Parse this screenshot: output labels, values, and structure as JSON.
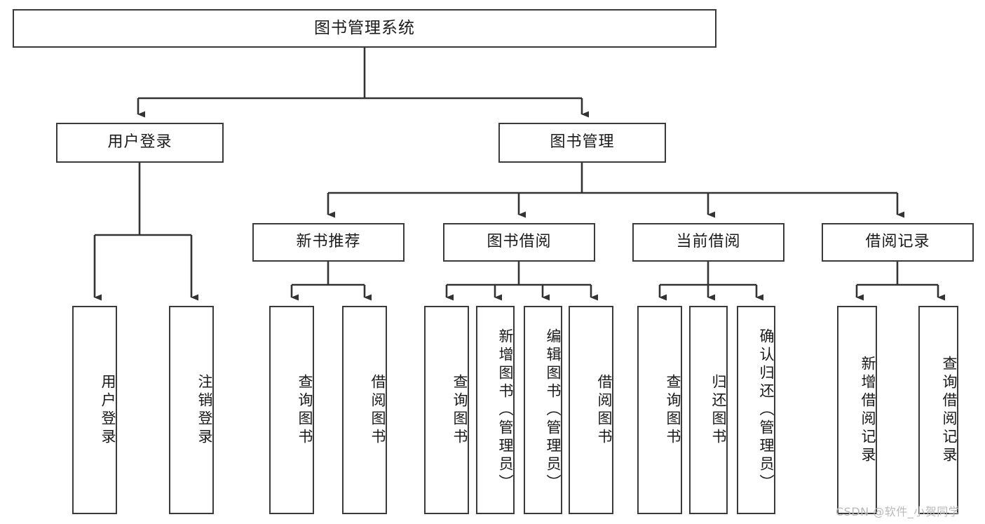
{
  "diagram": {
    "type": "tree",
    "title": "图书管理系统",
    "orientation": "top-down",
    "colors": {
      "box_border": "#3a3a3a",
      "box_fill": "#ffffff",
      "connector": "#333333",
      "text": "#1a1a1a",
      "watermark": "#b9b9b9",
      "background": "#ffffff"
    },
    "levels": [
      {
        "level": 1,
        "nodes": [
          {
            "id": "root",
            "label": "图书管理系统",
            "orientation": "horizontal"
          }
        ]
      },
      {
        "level": 2,
        "nodes": [
          {
            "id": "login",
            "label": "用户登录",
            "orientation": "horizontal",
            "parent": "root"
          },
          {
            "id": "bookmgmt",
            "label": "图书管理",
            "orientation": "horizontal",
            "parent": "root"
          }
        ]
      },
      {
        "level": 3,
        "nodes": [
          {
            "id": "newbook",
            "label": "新书推荐",
            "orientation": "horizontal",
            "parent": "bookmgmt"
          },
          {
            "id": "borrow",
            "label": "图书借阅",
            "orientation": "horizontal",
            "parent": "bookmgmt"
          },
          {
            "id": "current",
            "label": "当前借阅",
            "orientation": "horizontal",
            "parent": "bookmgmt"
          },
          {
            "id": "records",
            "label": "借阅记录",
            "orientation": "horizontal",
            "parent": "bookmgmt"
          }
        ]
      },
      {
        "level": 4,
        "nodes": [
          {
            "id": "leaf-user-login",
            "label": "用户登录",
            "orientation": "vertical",
            "parent": "login"
          },
          {
            "id": "leaf-user-logout",
            "label": "注销登录",
            "orientation": "vertical",
            "parent": "login"
          },
          {
            "id": "leaf-newbook-query",
            "label": "查询图书",
            "orientation": "vertical",
            "parent": "newbook"
          },
          {
            "id": "leaf-newbook-borrow",
            "label": "借阅图书",
            "orientation": "vertical",
            "parent": "newbook"
          },
          {
            "id": "leaf-borrow-query",
            "label": "查询图书",
            "orientation": "vertical",
            "parent": "borrow"
          },
          {
            "id": "leaf-borrow-add",
            "label": "新增图书（管理员）",
            "orientation": "vertical",
            "parent": "borrow"
          },
          {
            "id": "leaf-borrow-edit",
            "label": "编辑图书（管理员）",
            "orientation": "vertical",
            "parent": "borrow"
          },
          {
            "id": "leaf-borrow-lend",
            "label": "借阅图书",
            "orientation": "vertical",
            "parent": "borrow"
          },
          {
            "id": "leaf-current-query",
            "label": "查询图书",
            "orientation": "vertical",
            "parent": "current"
          },
          {
            "id": "leaf-current-return",
            "label": "归还图书",
            "orientation": "vertical",
            "parent": "current"
          },
          {
            "id": "leaf-current-confirm",
            "label": "确认归还（管理员）",
            "orientation": "vertical",
            "parent": "current"
          },
          {
            "id": "leaf-records-add",
            "label": "新增借阅记录",
            "orientation": "vertical",
            "parent": "records"
          },
          {
            "id": "leaf-records-query",
            "label": "查询借阅记录",
            "orientation": "vertical",
            "parent": "records"
          }
        ]
      }
    ]
  },
  "watermark": {
    "text": "CSDN @软件_小贺同学"
  }
}
